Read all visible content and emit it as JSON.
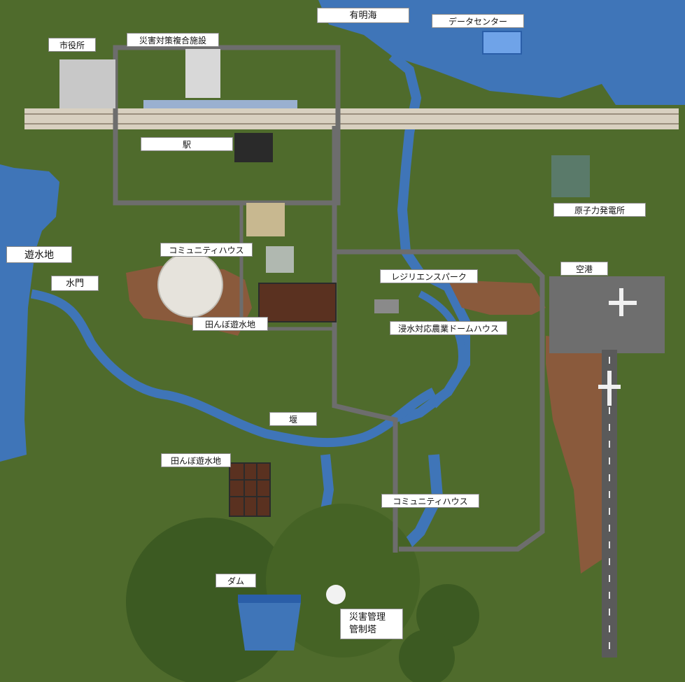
{
  "labels": {
    "ariake_sea": "有明海",
    "data_center": "データセンター",
    "city_hall": "市役所",
    "disaster_complex": "災害対策複合施設",
    "station": "駅",
    "nuclear_plant": "原子力発電所",
    "retention_area": "遊水地",
    "water_gate": "水門",
    "community_house_1": "コミュニティハウス",
    "resilience_park": "レジリエンスパーク",
    "airport": "空港",
    "paddy_retention_1": "田んぼ遊水地",
    "flood_farm_dome": "浸水対応農業ドームハウス",
    "weir": "堰",
    "paddy_retention_2": "田んぼ遊水地",
    "community_house_2": "コミュニティハウス",
    "dam": "ダム",
    "control_tower": "災害管理\n管制塔"
  },
  "colors": {
    "grass": "#4f6b2c",
    "water": "#3f75b8",
    "road": "#6d6d6d",
    "dirt": "#8a5a3c",
    "forest": "#3c5a22"
  }
}
